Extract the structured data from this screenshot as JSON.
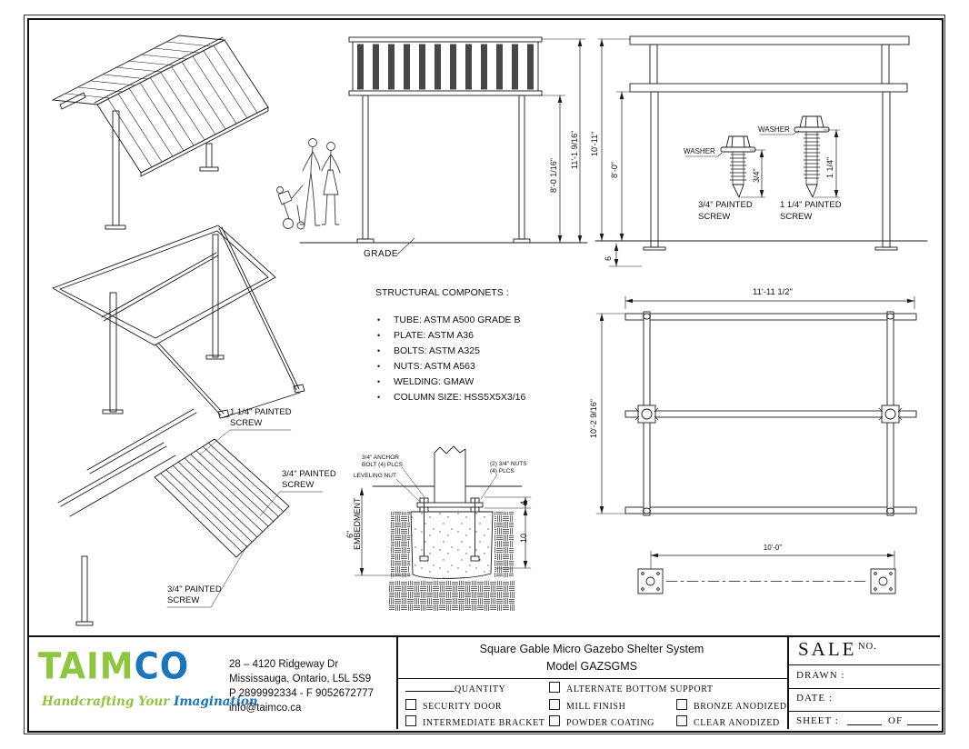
{
  "views": {
    "front_elevation": {
      "grade_label": "GRADE",
      "dim_clear_height": "8'-0 1/16\"",
      "dim_total_height": "11'-1 9/16\""
    },
    "side_elevation": {
      "dim_total_height": "10'-11\"",
      "dim_clear_height": "8'-0\"",
      "dim_embed": "6"
    },
    "screw_details": {
      "washer_label": "WASHER",
      "dim_short": "3/4\"",
      "dim_long": "1 1/4\"",
      "short_screw_line1": "3/4\" PAINTED",
      "short_screw_line2": "SCREW",
      "long_screw_line1": "1 1/4\" PAINTED",
      "long_screw_line2": "SCREW"
    },
    "roof_panel_iso": {
      "callout_top_line1": "1 1/4\" PAINTED",
      "callout_top_line2": "SCREW",
      "callout_right_line1": "3/4\" PAINTED",
      "callout_right_line2": "SCREW",
      "callout_bottom_line1": "3/4\" PAINTED",
      "callout_bottom_line2": "SCREW"
    },
    "structural_notes": {
      "title": "STRUCTURAL COMPONETS :",
      "items": [
        "TUBE: ASTM A500 GRADE B",
        "PLATE: ASTM A36",
        "BOLTS: ASTM A325",
        "NUTS: ASTM A563",
        "WELDING: GMAW",
        "COLUMN SIZE: HSS5X5X3/16"
      ]
    },
    "plan_view": {
      "dim_width": "11'-11 1/2\"",
      "dim_depth": "10'-2 9/16\""
    },
    "base_plate_layout": {
      "dim_spacing": "10'-0\""
    },
    "foundation_detail": {
      "anchor_bolt_line1": "3/4\" ANCHOR",
      "anchor_bolt_line2": "BOLT (4) PLCS",
      "leveling_nut": "LEVELING NUT",
      "nuts_line1": "(2) 3/4\" NUTS",
      "nuts_line2": "(4) PLCS",
      "embedment_dim": "6\"",
      "embedment_label": "EMBEDMENT",
      "dim_plate": "4",
      "dim_depth": "10"
    }
  },
  "title_block": {
    "logo": {
      "brand_green": "TAIM",
      "brand_blue": "CO",
      "tagline_green": "Handcrafting Your ",
      "tagline_blue": "Imagination",
      "green": "#8dc63f",
      "blue": "#1b75bc"
    },
    "address": [
      "28 – 4120 Ridgeway Dr",
      "Mississauga, Ontario, L5L 5S9",
      "P 2899992334 - F 9052672777",
      "info@taimco.ca"
    ],
    "product_title_line1": "Square Gable Micro Gazebo Shelter System",
    "product_title_line2": "Model GAZSGMS",
    "quantity_label": "QUANTITY",
    "options": {
      "security_door": "SECURITY DOOR",
      "intermediate_bracket": "INTERMEDIATE BRACKET",
      "alternate_bottom_support": "ALTERNATE BOTTOM SUPPORT",
      "mill_finish": "MILL FINISH",
      "powder_coating": "POWDER COATING",
      "bronze_anodized": "BRONZE ANODIZED",
      "clear_anodized": "CLEAR ANODIZED"
    },
    "sale_label": "SALE",
    "sale_no_label": "NO.",
    "drawn_label": "DRAWN :",
    "date_label": "DATE :",
    "sheet_label": "SHEET :",
    "of_label": "OF"
  }
}
